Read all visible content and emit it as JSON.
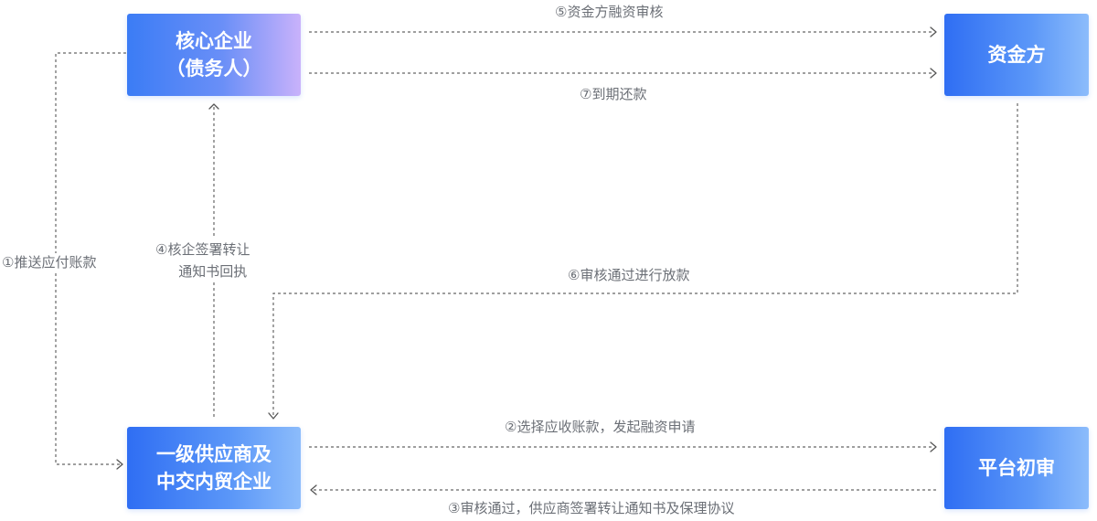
{
  "nodes": {
    "core": {
      "line1": "核心企业",
      "line2": "（债务人）"
    },
    "funder": {
      "label": "资金方"
    },
    "supplier": {
      "line1": "一级供应商及",
      "line2": "中交内贸企业"
    },
    "platform": {
      "label": "平台初审"
    }
  },
  "edges": {
    "e1": {
      "label": "①推送应付账款"
    },
    "e2": {
      "label": "②选择应收账款，发起融资申请"
    },
    "e3": {
      "label": "③审核通过，供应商签署转让通知书及保理协议"
    },
    "e4": {
      "line1": "④核企签署转让",
      "line2": "通知书回执"
    },
    "e5": {
      "label": "⑤资金方融资审核"
    },
    "e6": {
      "label": "⑥审核通过进行放款"
    },
    "e7": {
      "label": "⑦到期还款"
    }
  },
  "colors": {
    "line": "#666666",
    "text": "#6b6f76",
    "node_start": "#2f6ef3",
    "node_end_purple": "#c9b2fb",
    "node_end_blue": "#8cbcfb"
  }
}
